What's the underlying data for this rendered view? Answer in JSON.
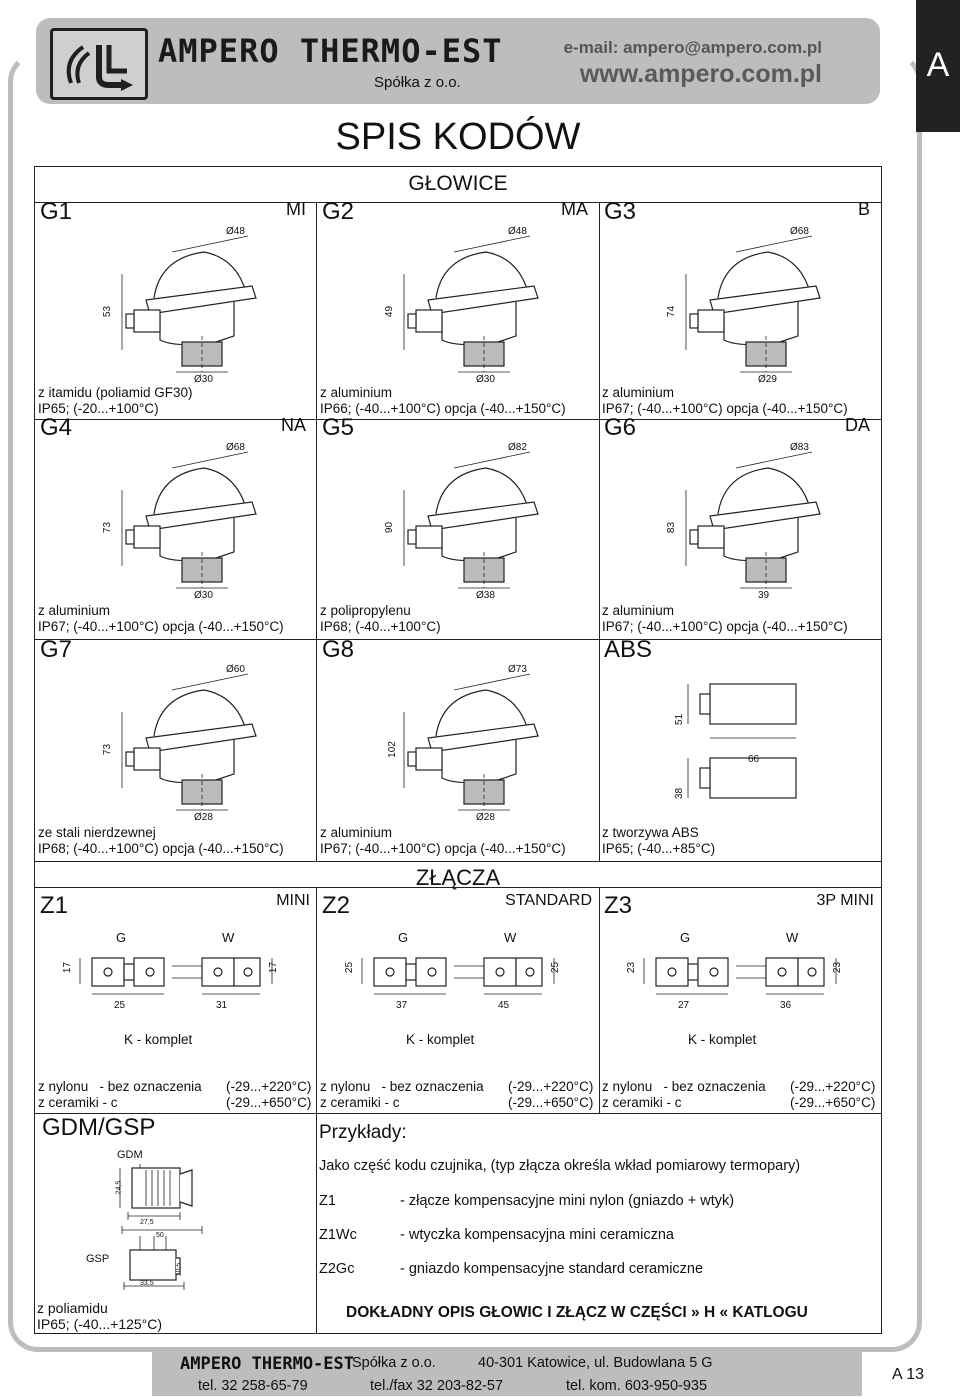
{
  "header": {
    "brand": "AMPERO THERMO-EST",
    "brand_sub": "Spółka z o.o.",
    "email": "e-mail: ampero@ampero.com.pl",
    "www": "www.ampero.com.pl",
    "tab": "A"
  },
  "title": "SPIS KODÓW",
  "sections": {
    "heads": "GŁOWICE",
    "connectors": "ZŁĄCZA"
  },
  "heads": [
    {
      "code": "G1",
      "tag": "MI",
      "desc1": "z itamidu (poliamid GF30)",
      "desc2": "IP65; (-20...+100°C)",
      "dims": [
        "Ø48",
        "53",
        "Ø30"
      ]
    },
    {
      "code": "G2",
      "tag": "MA",
      "desc1": "z aluminium",
      "desc2": "IP66; (-40...+100°C) opcja (-40...+150°C)",
      "dims": [
        "Ø48",
        "49",
        "Ø30"
      ]
    },
    {
      "code": "G3",
      "tag": "B",
      "desc1": "z aluminium",
      "desc2": "IP67; (-40...+100°C) opcja (-40...+150°C)",
      "dims": [
        "Ø68",
        "74",
        "Ø29"
      ]
    },
    {
      "code": "G4",
      "tag": "NA",
      "desc1": "z aluminium",
      "desc2": "IP67; (-40...+100°C) opcja (-40...+150°C)",
      "dims": [
        "Ø68",
        "73",
        "Ø30"
      ]
    },
    {
      "code": "G5",
      "tag": "",
      "desc1": "z polipropylenu",
      "desc2": "IP68; (-40...+100°C)",
      "dims": [
        "Ø82",
        "90",
        "Ø38"
      ]
    },
    {
      "code": "G6",
      "tag": "DA",
      "desc1": "z aluminium",
      "desc2": "IP67; (-40...+100°C) opcja (-40...+150°C)",
      "dims": [
        "Ø83",
        "83",
        "39"
      ]
    },
    {
      "code": "G7",
      "tag": "",
      "desc1": "ze stali nierdzewnej",
      "desc2": "IP68; (-40...+100°C) opcja (-40...+150°C)",
      "dims": [
        "Ø60",
        "73",
        "Ø28"
      ]
    },
    {
      "code": "G8",
      "tag": "",
      "desc1": "z aluminium",
      "desc2": "IP67; (-40...+100°C) opcja (-40...+150°C)",
      "dims": [
        "Ø73",
        "102",
        "Ø28"
      ]
    },
    {
      "code": "ABS",
      "tag": "",
      "desc1": "z tworzywa ABS",
      "desc2": "IP65; (-40...+85°C)",
      "dims": [
        "51",
        "66",
        "38"
      ]
    }
  ],
  "connectors": [
    {
      "code": "Z1",
      "tag": "MINI",
      "g": "G",
      "w": "W",
      "kit": "K - komplet",
      "dims": [
        "17",
        "25",
        "31",
        "17"
      ],
      "mat1": "z nylonu   - bez oznaczenia",
      "range1": "(-29...+220°C)",
      "mat2": "z ceramiki - c",
      "range2": "(-29...+650°C)"
    },
    {
      "code": "Z2",
      "tag": "STANDARD",
      "g": "G",
      "w": "W",
      "kit": "K - komplet",
      "dims": [
        "25",
        "37",
        "45",
        "25"
      ],
      "mat1": "z nylonu   - bez oznaczenia",
      "range1": "(-29...+220°C)",
      "mat2": "z ceramiki - c",
      "range2": "(-29...+650°C)"
    },
    {
      "code": "Z3",
      "tag": "3P MINI",
      "g": "G",
      "w": "W",
      "kit": "K - komplet",
      "dims": [
        "23",
        "27",
        "36",
        "23"
      ],
      "mat1": "z nylonu   - bez oznaczenia",
      "range1": "(-29...+220°C)",
      "mat2": "z ceramiki - c",
      "range2": "(-29...+650°C)"
    }
  ],
  "gdm": {
    "code": "GDM/GSP",
    "gdm": "GDM",
    "gsp": "GSP",
    "dims": [
      "24,5",
      "27,5",
      "50",
      "33,5",
      "10,5"
    ],
    "desc1": "z poliamidu",
    "desc2": "IP65; (-40...+125°C)"
  },
  "examples": {
    "title": "Przykłady:",
    "intro": "Jako część kodu czujnika, (typ złącza określa wkład pomiarowy termopary)",
    "items": [
      {
        "code": "Z1",
        "text": "- złącze kompensacyjne mini nylon (gniazdo + wtyk)"
      },
      {
        "code": "Z1Wc",
        "text": "- wtyczka kompensacyjna mini ceramiczna"
      },
      {
        "code": "Z2Gc",
        "text": "- gniazdo kompensacyjne standard ceramiczne"
      }
    ],
    "note": "DOKŁADNY OPIS GŁOWIC I ZŁĄCZ W CZĘŚCI » H « KATLOGU"
  },
  "footer": {
    "brand": "AMPERO THERMO-EST",
    "company": "Spółka z o.o.",
    "address": "40-301 Katowice, ul. Budowlana 5 G",
    "tel": "tel. 32 258-65-79",
    "fax": "tel./fax 32 203-82-57",
    "mobile": "tel. kom. 603-950-935",
    "page": "A 13"
  }
}
